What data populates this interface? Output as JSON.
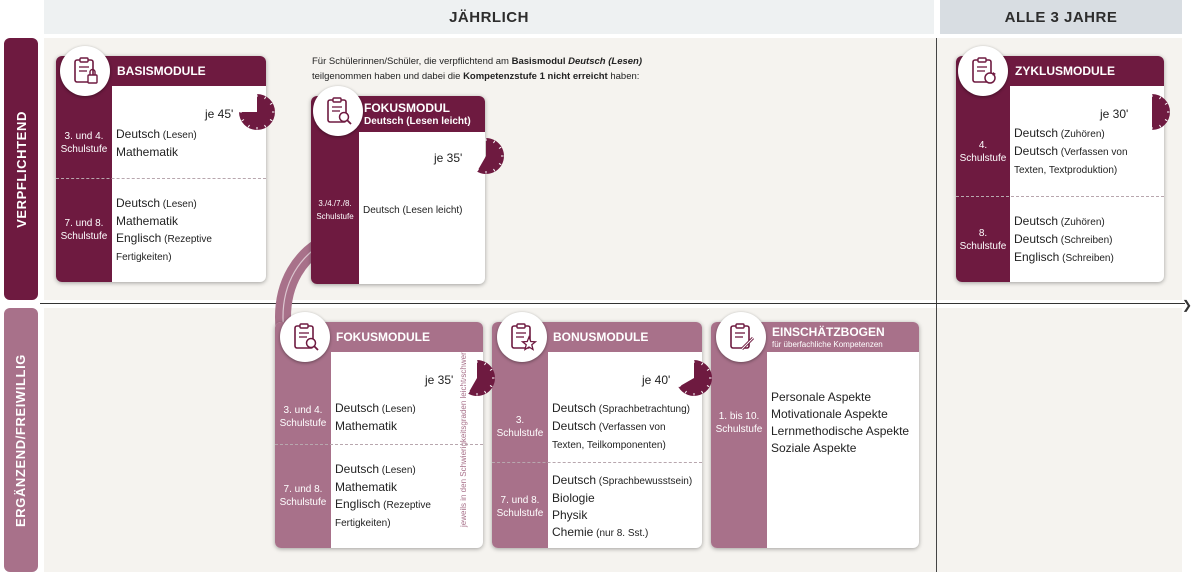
{
  "headers": {
    "yearly": "JÄHRLICH",
    "cycle": "ALLE 3 JAHRE"
  },
  "rows": {
    "mandatory": "VERPFLICHTEND",
    "optional": "ERGÄNZEND/FREIWILLIG"
  },
  "intro": {
    "t1": "Für Schülerinnen/Schüler, die verpflichtend am ",
    "b1": "Basismodul ",
    "bi1": "Deutsch (Lesen)",
    "t2": " teilgenommen haben und dabei die ",
    "b2": "Kompetenzstufe 1 nicht erreicht",
    "t3": " haben:"
  },
  "colors": {
    "dark": "#6e1a40",
    "light": "#a8718a"
  },
  "cards": {
    "basis": {
      "title": "BASISMODULE",
      "icon": "clipboard-lock-icon",
      "time": "je 45'",
      "fraction": 0.75,
      "groups": [
        {
          "stage": "3. und 4. Schulstufe",
          "lines": [
            [
              "Deutsch",
              " (Lesen)"
            ],
            [
              "Mathematik",
              ""
            ]
          ]
        },
        {
          "stage": "7. und 8. Schulstufe",
          "lines": [
            [
              "Deutsch",
              " (Lesen)"
            ],
            [
              "Mathematik",
              ""
            ],
            [
              "Englisch",
              " (Rezeptive"
            ],
            [
              "",
              "Fertigkeiten)"
            ]
          ]
        }
      ]
    },
    "fokusLeicht": {
      "title": "FOKUSMODUL",
      "subtitle": "Deutsch (Lesen leicht)",
      "icon": "clipboard-search-icon",
      "time": "je 35'",
      "fraction": 0.583,
      "groups": [
        {
          "stage": "3./4./7./8. Schulstufe",
          "lines": [
            [
              "Deutsch",
              " (Lesen leicht)"
            ]
          ]
        }
      ]
    },
    "zyklus": {
      "title": "ZYKLUSMODULE",
      "icon": "clipboard-cycle-icon",
      "time": "je 30'",
      "fraction": 0.5,
      "groups": [
        {
          "stage": "4. Schulstufe",
          "lines": [
            [
              "Deutsch",
              " (Zuhören)"
            ],
            [
              "Deutsch",
              " (Verfassen von"
            ],
            [
              "",
              "Texten, Textproduktion)"
            ]
          ]
        },
        {
          "stage": "8. Schulstufe",
          "lines": [
            [
              "Deutsch",
              " (Zuhören)"
            ],
            [
              "Deutsch",
              " (Schreiben)"
            ],
            [
              "Englisch",
              " (Schreiben)"
            ]
          ]
        }
      ]
    },
    "fokus": {
      "title": "FOKUSMODULE",
      "icon": "clipboard-search-icon",
      "time": "je 35'",
      "fraction": 0.583,
      "note": "jeweils in den Schwierigkeitsgraden leicht/schwer",
      "groups": [
        {
          "stage": "3. und 4. Schulstufe",
          "lines": [
            [
              "Deutsch",
              " (Lesen)"
            ],
            [
              "Mathematik",
              ""
            ]
          ]
        },
        {
          "stage": "7. und 8. Schulstufe",
          "lines": [
            [
              "Deutsch",
              " (Lesen)"
            ],
            [
              "Mathematik",
              ""
            ],
            [
              "Englisch",
              " (Rezeptive"
            ],
            [
              "",
              "Fertigkeiten)"
            ]
          ]
        }
      ]
    },
    "bonus": {
      "title": "BONUSMODULE",
      "icon": "clipboard-star-icon",
      "time": "je 40'",
      "fraction": 0.667,
      "groups": [
        {
          "stage": "3. Schulstufe",
          "lines": [
            [
              "Deutsch",
              " (Sprachbetrachtung)"
            ],
            [
              "Deutsch",
              " (Verfassen von"
            ],
            [
              "",
              "Texten, Teilkomponenten)"
            ]
          ]
        },
        {
          "stage": "7. und 8. Schulstufe",
          "lines": [
            [
              "Deutsch",
              " (Sprachbewusstsein)"
            ],
            [
              "Biologie",
              ""
            ],
            [
              "Physik",
              ""
            ],
            [
              "Chemie",
              " (nur 8. Sst.)"
            ]
          ]
        }
      ]
    },
    "einsch": {
      "title": "EINSCHÄTZBOGEN",
      "subtitle": "für überfachliche Kompetenzen",
      "icon": "clipboard-pen-icon",
      "groups": [
        {
          "stage": "1. bis 10. Schulstufe",
          "lines": [
            [
              "Personale Aspekte",
              ""
            ],
            [
              "Motivationale Aspekte",
              ""
            ],
            [
              "Lernmethodische Aspekte",
              ""
            ],
            [
              "Soziale Aspekte",
              ""
            ]
          ]
        }
      ]
    }
  }
}
